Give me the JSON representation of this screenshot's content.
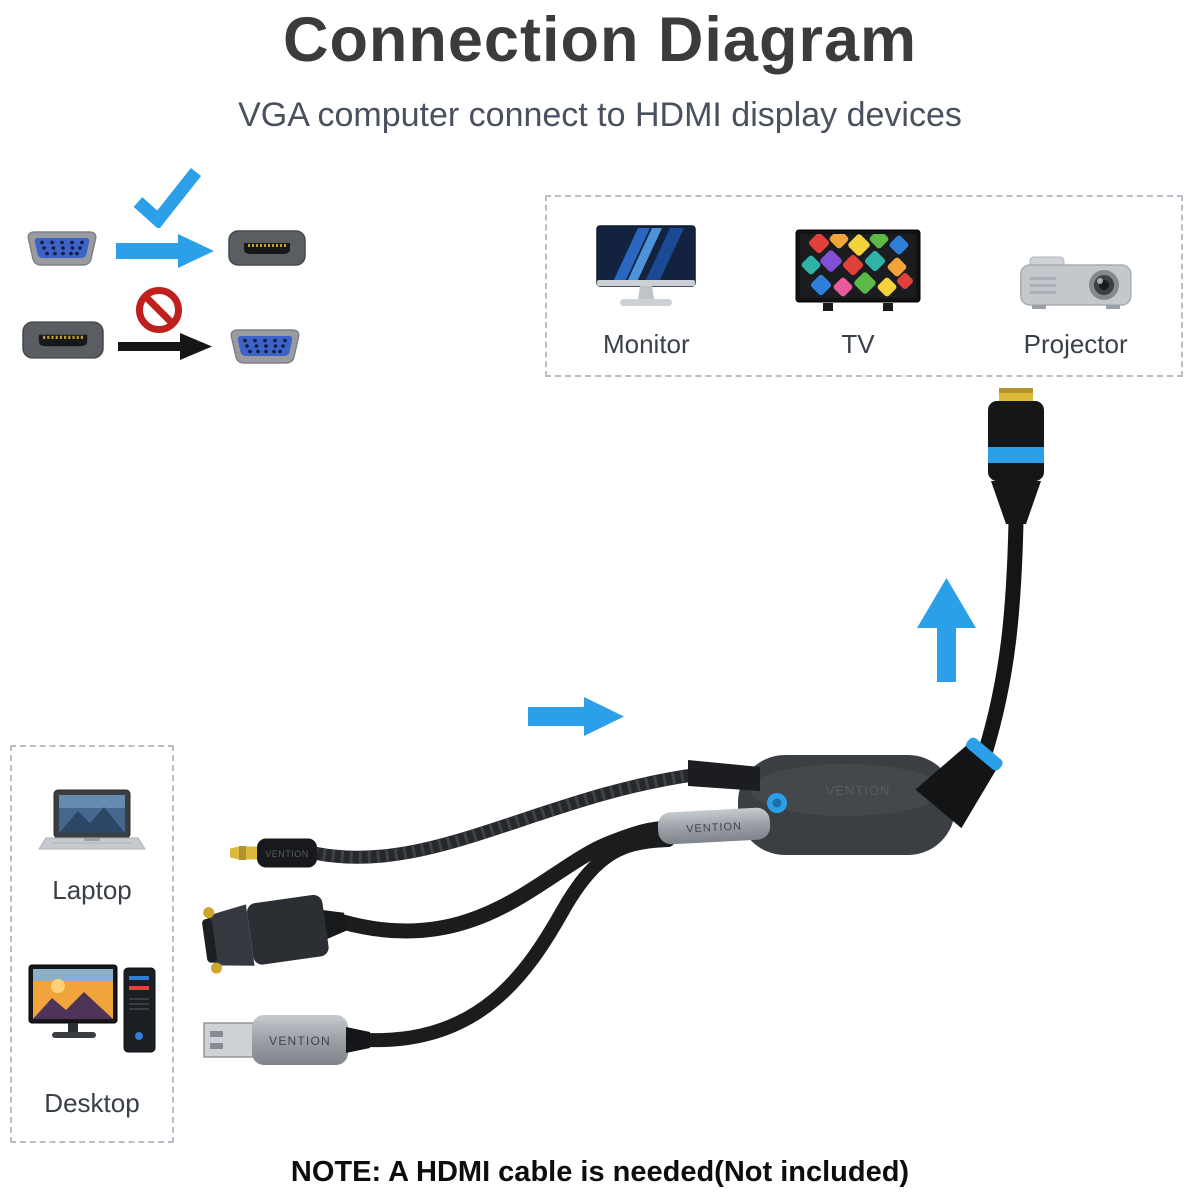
{
  "header": {
    "title": "Connection Diagram",
    "subtitle": "VGA computer connect to HDMI display devices"
  },
  "legend": {
    "allowed": {
      "mark_icon": "check-icon",
      "from_icon": "vga-connector-icon",
      "arrow_icon": "blue-right-arrow",
      "to_icon": "hdmi-connector-icon"
    },
    "not_allowed": {
      "mark_icon": "prohibited-icon",
      "from_icon": "hdmi-connector-icon",
      "arrow_icon": "black-right-arrow",
      "to_icon": "vga-connector-icon"
    }
  },
  "displays": {
    "items": [
      {
        "label": "Monitor"
      },
      {
        "label": "TV"
      },
      {
        "label": "Projector"
      }
    ]
  },
  "sources": {
    "items": [
      {
        "label": "Laptop"
      },
      {
        "label": "Desktop"
      }
    ]
  },
  "product": {
    "brand": "VENTION"
  },
  "note": {
    "text": "NOTE: A HDMI cable is needed(Not included)"
  },
  "colors": {
    "accent_blue": "#2b9fe8",
    "prohibit_red": "#bf1f1d",
    "title": "#3b3b3b",
    "subtitle": "#49505e"
  }
}
